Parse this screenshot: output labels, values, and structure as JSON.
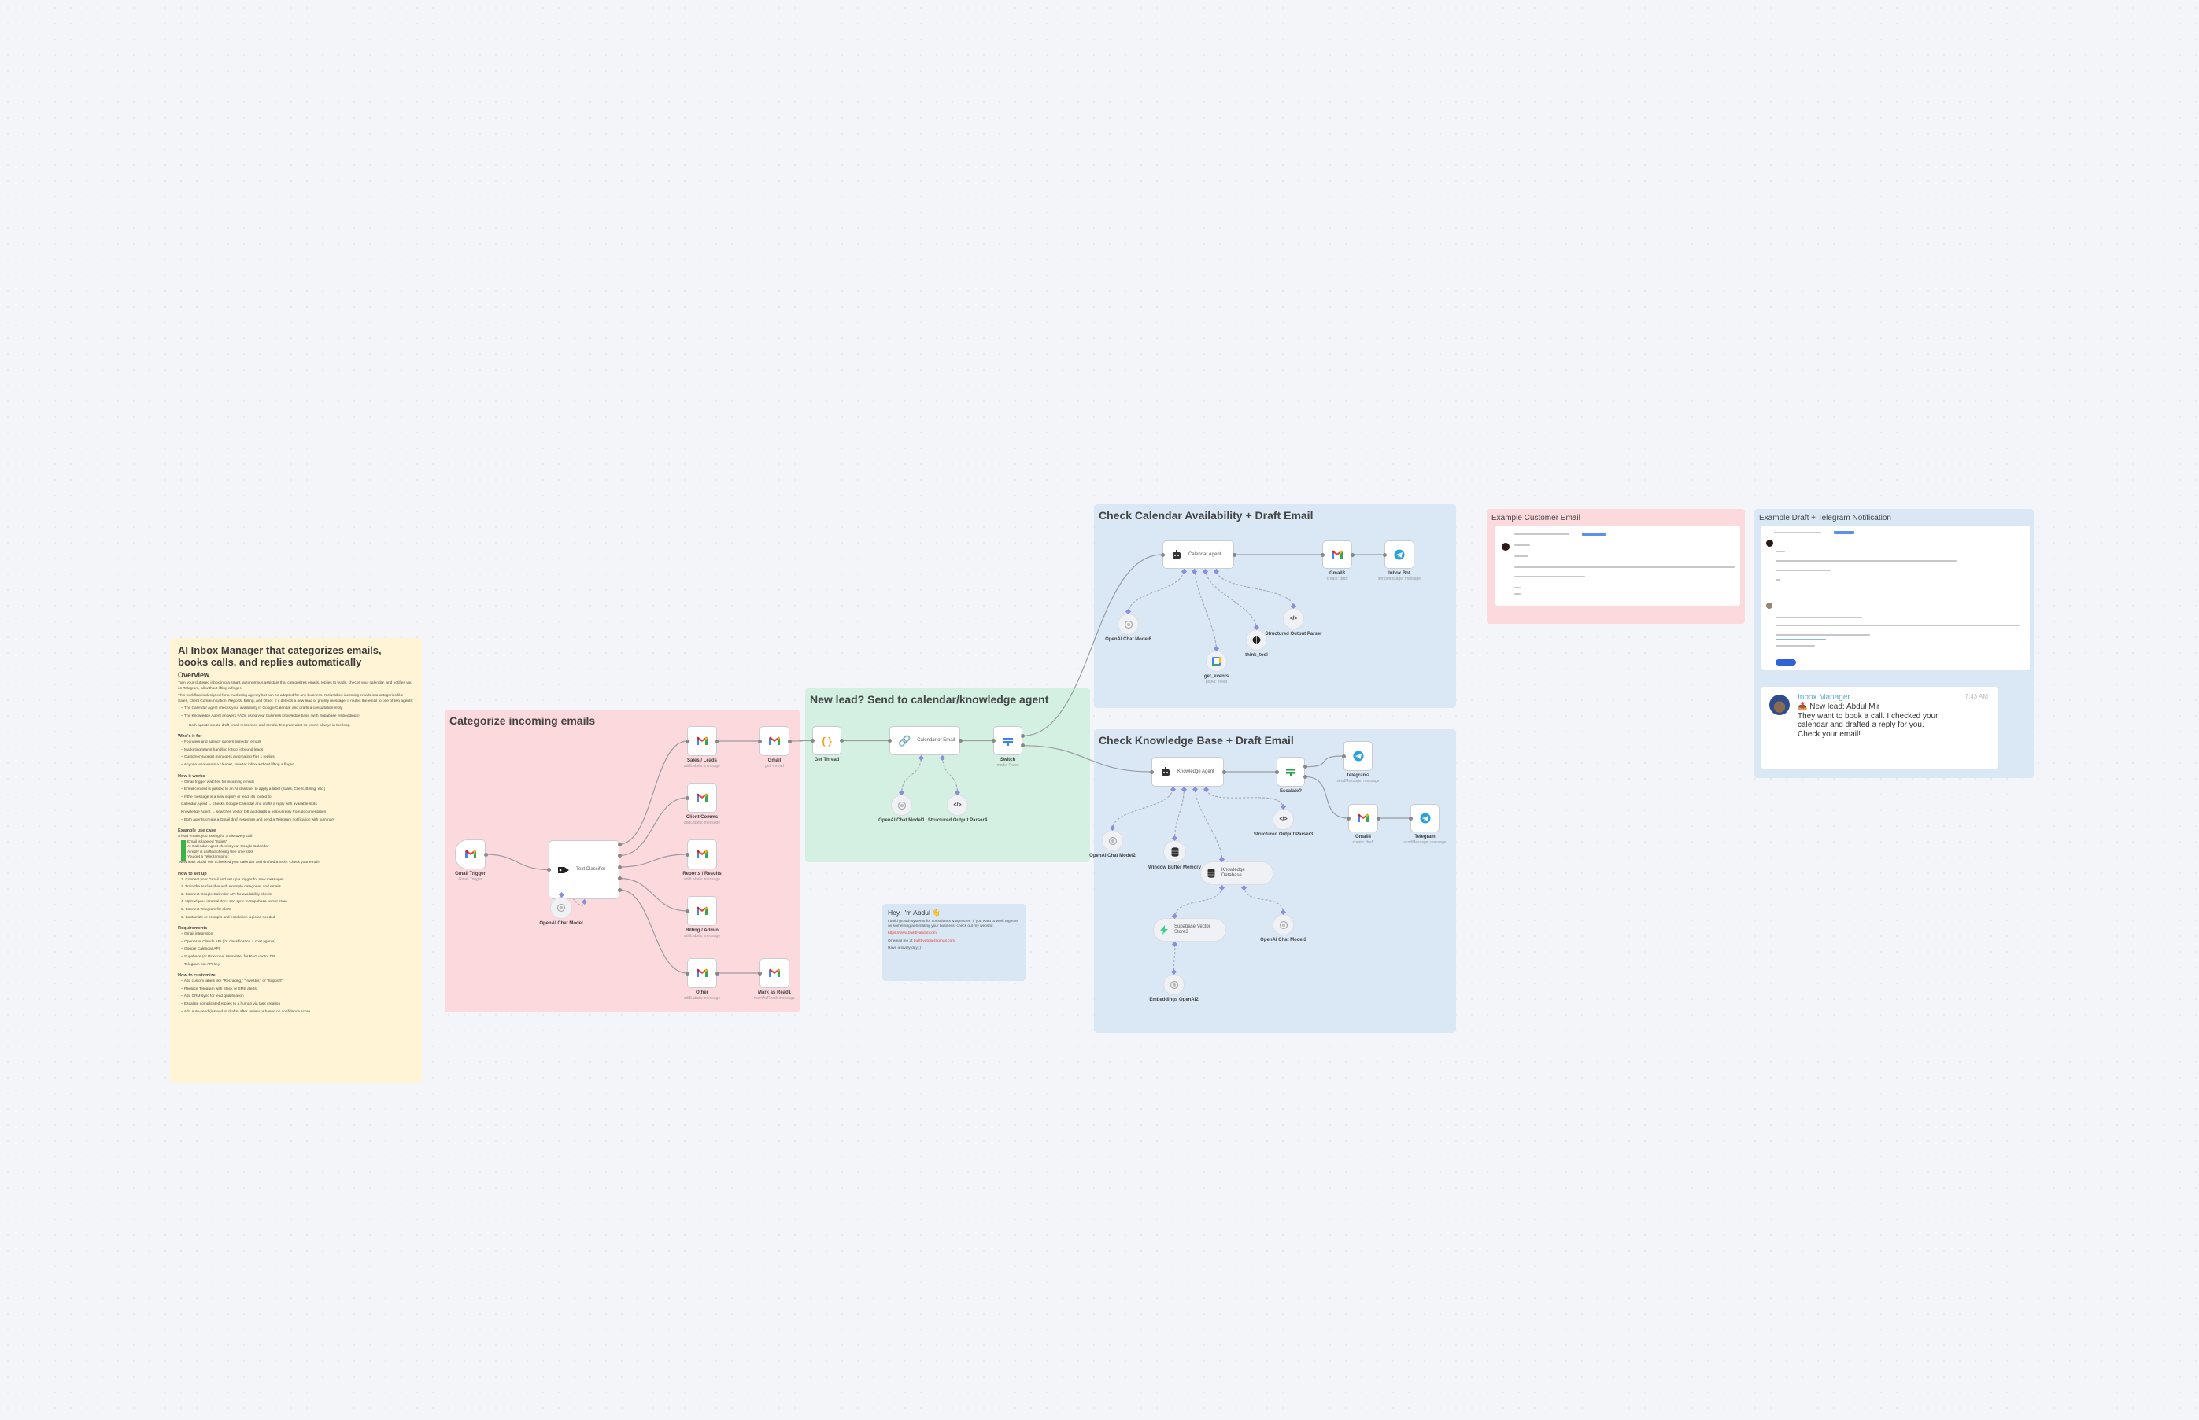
{
  "sticky_overview": {
    "title": "AI Inbox Manager that categorizes emails, books calls, and replies automatically",
    "overview_heading": "Overview",
    "overview": [
      "Turn your cluttered inbox into a smart, autonomous assistant that categorizes emails, replies to leads, checks your calendar, and notifies you on Telegram, all without lifting a finger.",
      "This workflow is designed for a marketing agency but can be adapted for any business. It classifies incoming emails into categories like Sales, Client Communication, Reports, Billing, and Other. If it detects a new lead or priority message, it routes the email to one of two agents:"
    ],
    "agents": [
      "– The Calendar Agent checks your availability in Google Calendar and drafts a consultation reply",
      "– The Knowledge Agent answers FAQs using your business knowledge base (with Supabase embeddings)"
    ],
    "agents_footer": "Both agents create draft email responses and send a Telegram alert so you're always in the loop.",
    "who_heading": "Who's it for",
    "who": [
      "– Founders and agency owners buried in emails",
      "– Marketing teams handling lots of inbound leads",
      "– Customer support managers automating Tier 1 replies",
      "– Anyone who wants a cleaner, smarter inbox without lifting a finger"
    ],
    "how_heading": "How it works",
    "how": [
      "– Gmail trigger watches for incoming emails",
      "– Email content is passed to an AI classifier to apply a label (Sales, Client, Billing, etc.)",
      "– If the message is a new inquiry or lead, it's routed to:",
      "    Calendar Agent → checks Google Calendar and drafts a reply with available slots",
      "    Knowledge Agent → searches vector DB and drafts a helpful reply from documentation",
      "– Both agents create a Gmail draft response and send a Telegram notification with summary"
    ],
    "example_heading": "Example use case",
    "example_intro": "A lead emails you asking for a discovery call:",
    "example_steps": [
      "Email is labeled \"Sales\"",
      "AI Calendar Agent checks your Google Calendar",
      "A reply is drafted offering free time slots",
      "You get a Telegram ping:"
    ],
    "example_quote": "\"New lead: Abdul Mir. I checked your calendar and drafted a reply. Check your email!\"",
    "setup_heading": "How to set up",
    "setup": [
      "1. Connect your Gmail and set up a trigger for new messages",
      "2. Train the AI classifier with example categories and emails",
      "3. Connect Google Calendar API for availability checks",
      "4. Upload your internal docs and sync to Supabase vector store",
      "5. Connect Telegram for alerts",
      "6. Customize AI prompts and escalation logic as needed"
    ],
    "req_heading": "Requirements",
    "requirements": [
      "– Gmail integration",
      "– OpenAI or Claude API (for classification + chat agents)",
      "– Google Calendar API",
      "– Supabase (or Pinecone, Weaviate) for RAG vector DB",
      "– Telegram bot API key"
    ],
    "custom_heading": "How to customize",
    "customize": [
      "– Add custom labels like \"Recruiting,\" \"Investor,\" or \"Support\"",
      "– Replace Telegram with Slack or SMS alerts",
      "– Add CRM sync for lead qualification",
      "– Escalate complicated replies to a human via task creation",
      "– Add auto-send (instead of drafts) after review or based on confidence score"
    ]
  },
  "sections": {
    "categorize": {
      "title": "Categorize incoming emails",
      "color": "#fbd9dc"
    },
    "new_lead": {
      "title": "New lead? Send to calendar/knowledge agent",
      "color": "#d3f0e2"
    },
    "calendar": {
      "title": "Check Calendar Availability + Draft Email",
      "color": "#dae8f6"
    },
    "knowledge": {
      "title": "Check Knowledge Base + Draft Email",
      "color": "#dae8f6"
    },
    "example_email": {
      "title": "Example Customer Email",
      "color": "#fbd9dc"
    },
    "example_draft": {
      "title": "Example Draft + Telegram Notification",
      "color": "#dae8f6"
    }
  },
  "nodes": [
    {
      "label": "Gmail Trigger",
      "sub": "Gmail Trigger",
      "icon": "gmail"
    },
    {
      "label": "Text Classifier",
      "sub": "",
      "icon": "classifier"
    },
    {
      "label": "OpenAI Chat Model",
      "sub": "",
      "icon": "openai"
    },
    {
      "label": "Sales / Leads",
      "sub": "addLabels: message",
      "icon": "gmail"
    },
    {
      "label": "Gmail",
      "sub": "get: thread",
      "icon": "gmail"
    },
    {
      "label": "Client Comms",
      "sub": "addLabels: message",
      "icon": "gmail"
    },
    {
      "label": "Reports / Results",
      "sub": "addLabels: message",
      "icon": "gmail"
    },
    {
      "label": "Billing / Admin",
      "sub": "addLabels: message",
      "icon": "gmail"
    },
    {
      "label": "Other",
      "sub": "addLabels: message",
      "icon": "gmail"
    },
    {
      "label": "Mark as Read1",
      "sub": "markAsRead: message",
      "icon": "gmail"
    },
    {
      "label": "Get Thread",
      "sub": "",
      "icon": "braces"
    },
    {
      "label": "Calendar or Email",
      "sub": "",
      "icon": "link"
    },
    {
      "label": "Switch",
      "sub": "mode: Rules",
      "icon": "switch"
    },
    {
      "label": "OpenAI Chat Model1",
      "sub": "",
      "icon": "openai"
    },
    {
      "label": "Structured Output Parser4",
      "sub": "",
      "icon": "code"
    },
    {
      "label": "Calendar Agent",
      "sub": "",
      "icon": "robot"
    },
    {
      "label": "Gmail3",
      "sub": "create: draft",
      "icon": "gmail"
    },
    {
      "label": "Inbox Bot",
      "sub": "sendMessage: message",
      "icon": "telegram"
    },
    {
      "label": "OpenAI Chat Model6",
      "sub": "",
      "icon": "openai"
    },
    {
      "label": "get_events",
      "sub": "getAll: event",
      "icon": "google-calendar"
    },
    {
      "label": "think_tool",
      "sub": "",
      "icon": "brain"
    },
    {
      "label": "Structured Output Parser",
      "sub": "",
      "icon": "code"
    },
    {
      "label": "Knowledge Agent",
      "sub": "",
      "icon": "robot"
    },
    {
      "label": "Escalate?",
      "sub": "",
      "icon": "switch-green"
    },
    {
      "label": "Telegram2",
      "sub": "sendMessage: message",
      "icon": "telegram"
    },
    {
      "label": "Gmail4",
      "sub": "create: draft",
      "icon": "gmail"
    },
    {
      "label": "Telegram",
      "sub": "sendMessage: message",
      "icon": "telegram"
    },
    {
      "label": "OpenAI Chat Model2",
      "sub": "",
      "icon": "openai"
    },
    {
      "label": "Window Buffer Memory",
      "sub": "",
      "icon": "database"
    },
    {
      "label": "Knowledge Database",
      "sub": "",
      "icon": "database"
    },
    {
      "label": "Structured Output Parser3",
      "sub": "",
      "icon": "code"
    },
    {
      "label": "Supabase Vector Store3",
      "sub": "",
      "icon": "supabase"
    },
    {
      "label": "OpenAI Chat Model3",
      "sub": "",
      "icon": "openai"
    },
    {
      "label": "Embeddings OpenAI2",
      "sub": "",
      "icon": "openai"
    }
  ],
  "telegram_notification": {
    "sender": "Inbox Manager",
    "time": "7:43 AM",
    "line1": "📥 New lead: Abdul Mir",
    "line2": "They want to book a call. I checked your calendar and drafted a reply for you.",
    "line3": "Check your email!"
  },
  "author_note": {
    "title": "Hey, I'm Abdul 👋",
    "body": "I build growth systems for consultants & agencies. If you want to work together on something automating your business, check out my website:",
    "website": "https://www.builtbyabdul.com",
    "email_prefix": "Or email me at ",
    "email": "builtbyabdul@gmail.com",
    "signoff": "Have a lovely day ;)"
  },
  "colors": {
    "canvas": "#f4f5f8",
    "edge": "#9a9ca3",
    "sub_port": "#8b8fd6",
    "link": "#e8453c"
  }
}
